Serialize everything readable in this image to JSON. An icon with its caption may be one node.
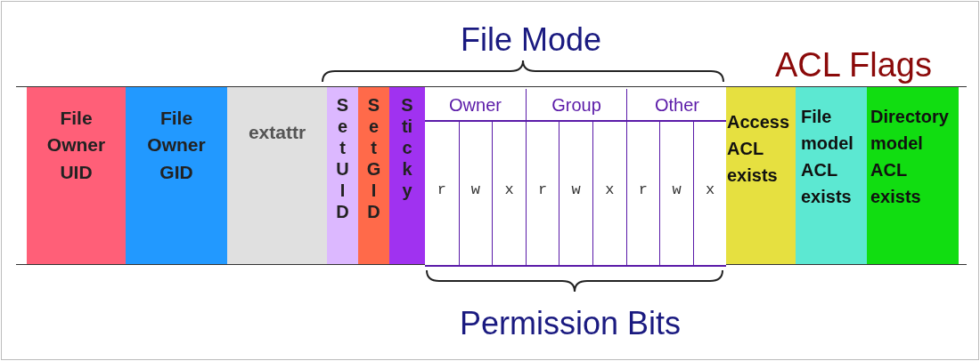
{
  "diagram": {
    "nodes": [
      {
        "text": [
          "File Owner UID"
        ]
      },
      {
        "text": [
          "File Owner GID"
        ]
      },
      {
        "text": [
          "extattr"
        ]
      },
      {
        "text": [
          "SetUID"
        ]
      },
      {
        "text": [
          "SetGID"
        ]
      },
      {
        "text": [
          "Sticky"
        ]
      },
      {
        "text": [
          "Owner"
        ]
      },
      {
        "text": [
          "Group"
        ]
      },
      {
        "text": [
          "Other"
        ]
      },
      {
        "text": [
          "r"
        ]
      },
      {
        "text": [
          "w"
        ]
      },
      {
        "text": [
          "x"
        ]
      },
      {
        "text": [
          "r"
        ]
      },
      {
        "text": [
          "w"
        ]
      },
      {
        "text": [
          "x"
        ]
      },
      {
        "text": [
          "r"
        ]
      },
      {
        "text": [
          "w"
        ]
      },
      {
        "text": [
          "x"
        ]
      },
      {
        "text": [
          "Access ACL exists"
        ]
      },
      {
        "text": [
          "File model ACL exists"
        ]
      },
      {
        "text": [
          "Directory model ACL exists"
        ]
      }
    ],
    "labels": [
      "File Mode",
      "ACL Flags",
      "Permission Bits"
    ]
  }
}
